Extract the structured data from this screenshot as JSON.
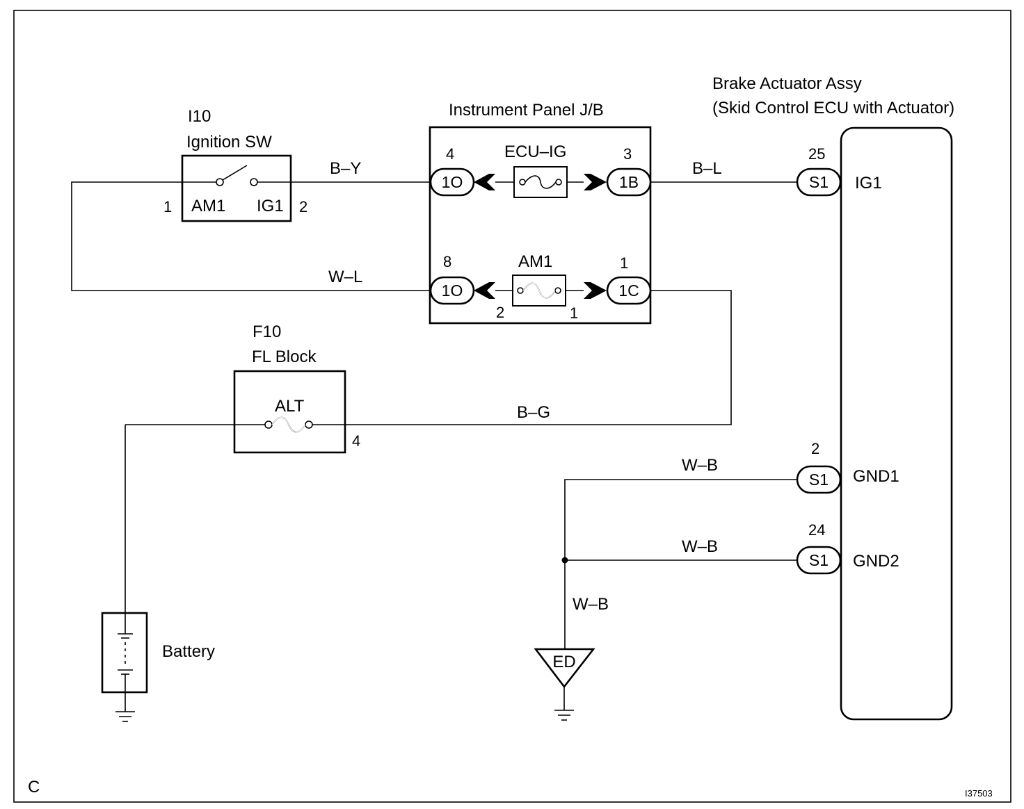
{
  "corner_letter": "C",
  "figure_id": "I37503",
  "components": {
    "ignition_sw": {
      "code": "I10",
      "name": "Ignition SW",
      "term_am1": "AM1",
      "term_ig1": "IG1",
      "pin_1": "1",
      "pin_2": "2"
    },
    "junction_block": {
      "name": "Instrument Panel J/B",
      "fuse_ecu_ig": "ECU–IG",
      "fuse_am1": "AM1",
      "pin_4": "4",
      "pin_3": "3",
      "pin_8": "8",
      "pin_1": "1",
      "fuse_pin_2": "2",
      "fuse_pin_1": "1",
      "conn_1o_top": "1O",
      "conn_1b": "1B",
      "conn_1o_bottom": "1O",
      "conn_1c": "1C"
    },
    "fl_block": {
      "code": "F10",
      "name": "FL Block",
      "fuse_alt": "ALT",
      "pin_4": "4"
    },
    "battery": {
      "name": "Battery"
    },
    "ground_point": {
      "code": "ED"
    },
    "actuator": {
      "name_line1": "Brake Actuator Assy",
      "name_line2": "(Skid Control ECU with Actuator)",
      "pin_ig1": "25",
      "pin_gnd1": "2",
      "pin_gnd2": "24",
      "conn_ig1": "S1",
      "conn_gnd1": "S1",
      "conn_gnd2": "S1",
      "term_ig1": "IG1",
      "term_gnd1": "GND1",
      "term_gnd2": "GND2"
    }
  },
  "wires": {
    "sw_to_jb": "B–Y",
    "jb_to_ecu": "B–L",
    "am1_to_sw": "W–L",
    "alt_to_am1": "B–G",
    "gnd1": "W–B",
    "gnd2": "W–B",
    "to_ground": "W–B"
  }
}
